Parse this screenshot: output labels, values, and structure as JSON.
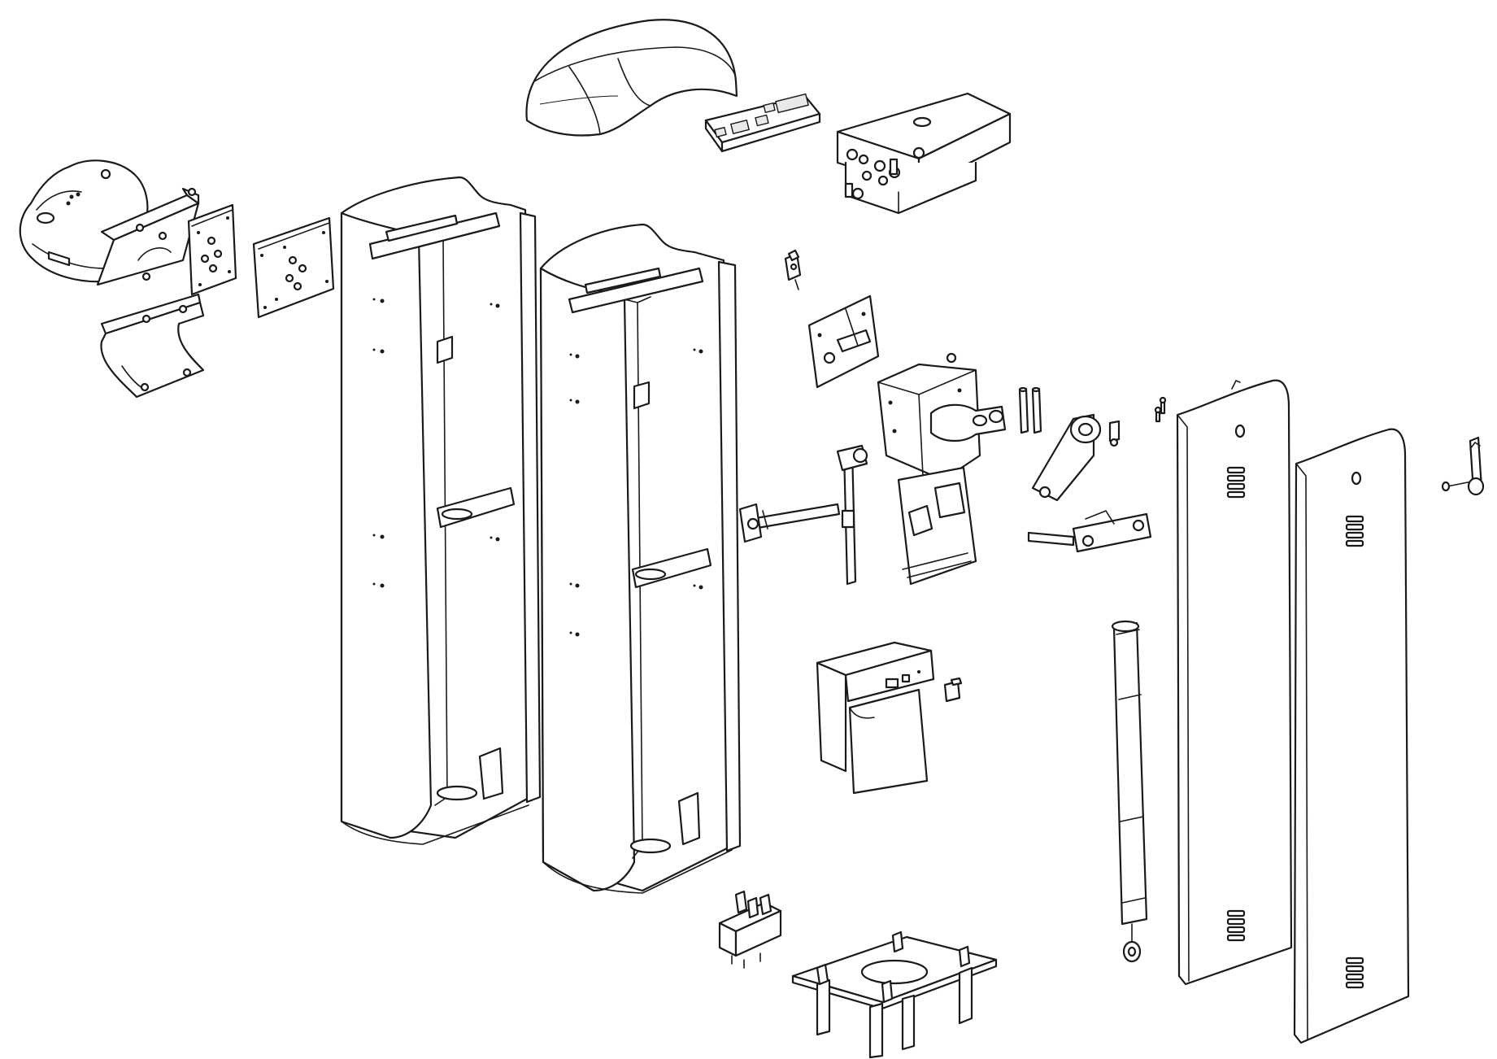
{
  "drawing": {
    "kind": "exploded-assembly-drawing",
    "line_color": "#1a1a1a",
    "background": "#ffffff",
    "parts": [
      {
        "id": "top-cover",
        "icon": "dome-cover-icon"
      },
      {
        "id": "control-board",
        "icon": "circuit-board-icon"
      },
      {
        "id": "control-box",
        "icon": "enclosure-box-icon"
      },
      {
        "id": "boom-holder",
        "icon": "boom-holder-icon"
      },
      {
        "id": "mount-bracket",
        "icon": "bracket-icon"
      },
      {
        "id": "flange-plate",
        "icon": "square-plate-icon"
      },
      {
        "id": "adapter-plate",
        "icon": "square-plate-icon"
      },
      {
        "id": "clamp-bracket",
        "icon": "clamp-icon"
      },
      {
        "id": "cabinet-left",
        "icon": "cabinet-icon"
      },
      {
        "id": "cabinet-right",
        "icon": "cabinet-icon"
      },
      {
        "id": "microswitch",
        "icon": "switch-icon"
      },
      {
        "id": "release-plate",
        "icon": "plate-icon"
      },
      {
        "id": "gearmotor",
        "icon": "gearmotor-icon"
      },
      {
        "id": "transmission-arm",
        "icon": "arm-icon"
      },
      {
        "id": "drive-rod",
        "icon": "rod-icon"
      },
      {
        "id": "pins",
        "icon": "pin-icon"
      },
      {
        "id": "lever",
        "icon": "lever-icon"
      },
      {
        "id": "rod-bracket",
        "icon": "rod-bracket-icon"
      },
      {
        "id": "screws",
        "icon": "screw-icon"
      },
      {
        "id": "transformer-housing",
        "icon": "transformer-icon"
      },
      {
        "id": "connector",
        "icon": "connector-icon"
      },
      {
        "id": "terminal-block",
        "icon": "terminal-block-icon"
      },
      {
        "id": "foundation-plate",
        "icon": "anchor-plate-icon"
      },
      {
        "id": "balance-spring",
        "icon": "spring-cylinder-icon"
      },
      {
        "id": "door-panel-left",
        "icon": "door-panel-icon"
      },
      {
        "id": "door-panel-right",
        "icon": "door-panel-icon"
      },
      {
        "id": "door-lock",
        "icon": "lock-icon"
      }
    ]
  }
}
